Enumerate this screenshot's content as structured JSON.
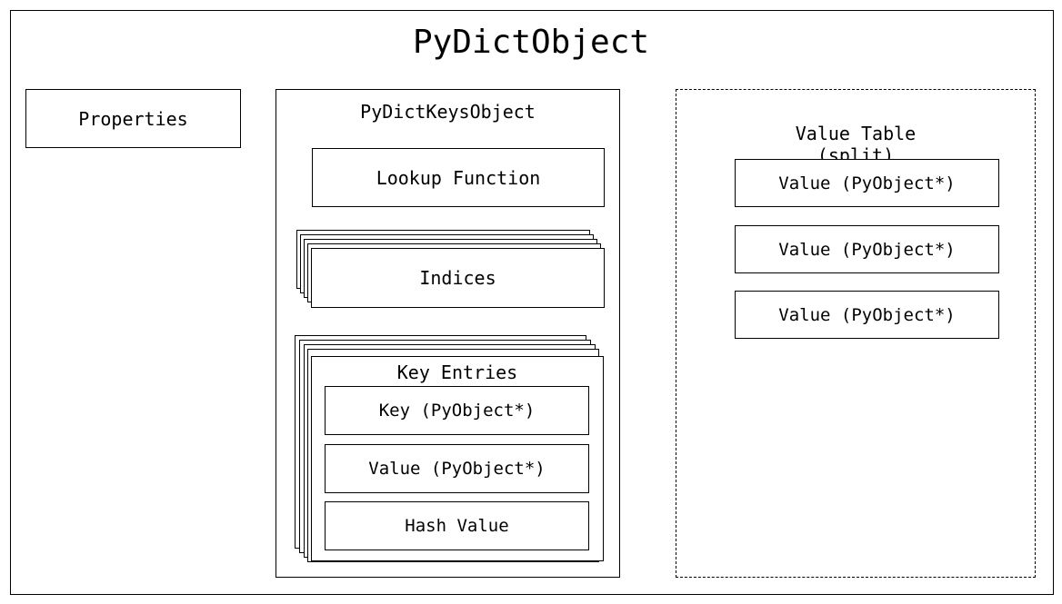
{
  "diagram": {
    "title": "PyDictObject",
    "properties": "Properties",
    "keys_object": {
      "title": "PyDictKeysObject",
      "lookup_function": "Lookup Function",
      "indices": "Indices",
      "key_entries": {
        "title": "Key Entries",
        "fields": [
          "Key (PyObject*)",
          "Value (PyObject*)",
          "Hash Value"
        ]
      }
    },
    "value_table": {
      "title_line1": "Value Table",
      "title_line2": "(split)",
      "values": [
        "Value (PyObject*)",
        "Value (PyObject*)",
        "Value (PyObject*)"
      ]
    }
  }
}
